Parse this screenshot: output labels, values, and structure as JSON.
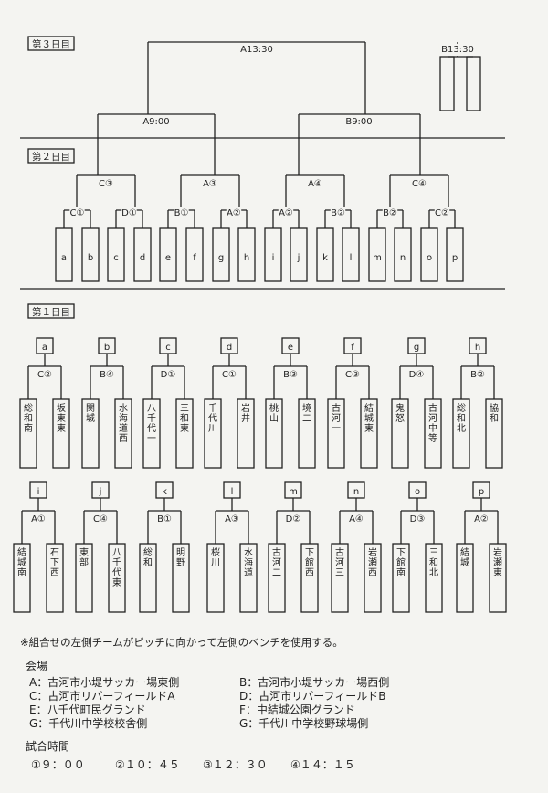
{
  "days": {
    "day3": "第３日目",
    "day2": "第２日目",
    "day1": "第１日目"
  },
  "day3": {
    "final_label": "A13:30",
    "semi_left_label": "A9:00",
    "semi_right_label": "B9:00",
    "extra_label": "B13:30"
  },
  "day2": {
    "quarter_labels": [
      "C③",
      "A③",
      "A④",
      "C④"
    ],
    "r16_labels": [
      "C①",
      "D①",
      "B①",
      "A②",
      "A②",
      "B②",
      "B②",
      "C②"
    ],
    "slots": [
      "a",
      "b",
      "c",
      "d",
      "e",
      "f",
      "g",
      "h",
      "i",
      "j",
      "k",
      "l",
      "m",
      "n",
      "o",
      "p"
    ]
  },
  "day1": {
    "row1": [
      {
        "id": "a",
        "match": "C②",
        "left": "総和南",
        "right": "坂東東"
      },
      {
        "id": "b",
        "match": "B④",
        "left": "関城",
        "right": "水海道西"
      },
      {
        "id": "c",
        "match": "D①",
        "left": "八千代一",
        "right": "三和東"
      },
      {
        "id": "d",
        "match": "C①",
        "left": "千代川",
        "right": "岩井"
      },
      {
        "id": "e",
        "match": "B③",
        "left": "桃山",
        "right": "境二"
      },
      {
        "id": "f",
        "match": "C③",
        "left": "古河一",
        "right": "結城東"
      },
      {
        "id": "g",
        "match": "D④",
        "left": "鬼怒",
        "right": "古河中等"
      },
      {
        "id": "h",
        "match": "B②",
        "left": "総和北",
        "right": "協和"
      }
    ],
    "row2": [
      {
        "id": "i",
        "match": "A①",
        "left": "結城南",
        "right": "石下西"
      },
      {
        "id": "j",
        "match": "C④",
        "left": "東部",
        "right": "八千代東"
      },
      {
        "id": "k",
        "match": "B①",
        "left": "総和",
        "right": "明野"
      },
      {
        "id": "l",
        "match": "A③",
        "left": "桜川",
        "right": "水海道"
      },
      {
        "id": "m",
        "match": "D②",
        "left": "古河二",
        "right": "下館西"
      },
      {
        "id": "n",
        "match": "A④",
        "left": "古河三",
        "right": "岩瀬西"
      },
      {
        "id": "o",
        "match": "D③",
        "left": "下館南",
        "right": "三和北"
      },
      {
        "id": "p",
        "match": "A②",
        "left": "結城",
        "right": "岩瀬東"
      }
    ]
  },
  "notes": {
    "bench_note": "※組合せの左側チームがピッチに向かって左側のベンチを使用する。",
    "venue_heading": "会場",
    "venues": [
      "A：古河市小堤サッカー場東側",
      "B：古河市小堤サッカー場西側",
      "C：古河市リバーフィールドA",
      "D：古河市リバーフィールドB",
      "E：八千代町民グランド",
      "F：中結城公園グランド",
      "G：千代川中学校校舎側",
      "G：千代川中学校野球場側"
    ],
    "time_heading": "試合時間",
    "times": [
      "①９：００",
      "②１０：４５",
      "③１２：３０",
      "④１４：１５"
    ]
  }
}
